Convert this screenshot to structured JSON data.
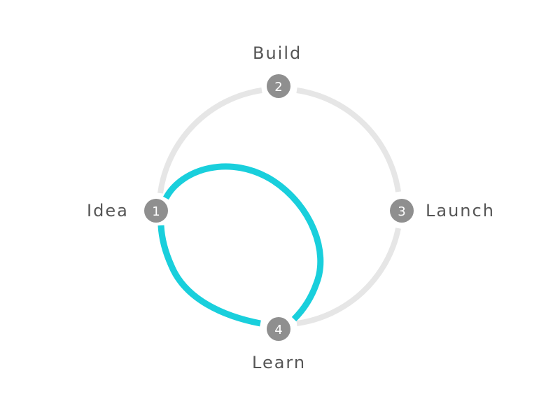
{
  "diagram": {
    "type": "cycle",
    "colors": {
      "ring": "#e6e6e6",
      "loop": "#19cfdc",
      "node_fill": "#8f8f8f",
      "node_text": "#ffffff",
      "label_text": "#555555",
      "background": "#ffffff"
    },
    "nodes": [
      {
        "number": "1",
        "label": "Idea"
      },
      {
        "number": "2",
        "label": "Build"
      },
      {
        "number": "3",
        "label": "Launch"
      },
      {
        "number": "4",
        "label": "Learn"
      }
    ],
    "edges": [
      {
        "from": "1",
        "to": "2",
        "style": "ring"
      },
      {
        "from": "2",
        "to": "3",
        "style": "ring"
      },
      {
        "from": "3",
        "to": "4",
        "style": "ring"
      },
      {
        "from": "4",
        "to": "1",
        "style": "loop-highlight"
      },
      {
        "from": "1",
        "to": "4",
        "style": "loop-highlight"
      }
    ]
  }
}
